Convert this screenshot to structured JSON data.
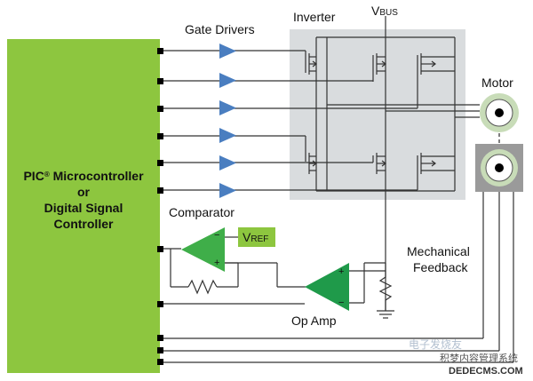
{
  "labels": {
    "controller_line1": "PIC",
    "controller_reg": "®",
    "controller_line1b": " Microcontroller",
    "controller_line2": "or",
    "controller_line3": "Digital Signal",
    "controller_line4": "Controller",
    "gate_drivers": "Gate Drivers",
    "inverter": "Inverter",
    "vbus_v": "V",
    "vbus_sub": "BUS",
    "motor": "Motor",
    "comparator": "Comparator",
    "vref_v": "V",
    "vref_sub": "REF",
    "op_amp": "Op Amp",
    "mech_line1": "Mechanical",
    "mech_line2": "Feedback",
    "plus": "+",
    "minus": "−",
    "watermark": "电子发烧友",
    "watermark_url": "积梦内容管理系统",
    "watermark_domain": "DEDECMS.COM"
  },
  "colors": {
    "controller": "#8dc63f",
    "gate_driver": "#4a7ec0",
    "inverter_bg": "#d9dcde",
    "comparator": "#3fae49",
    "vref_box": "#8dc63f",
    "op_amp": "#1f9a4a",
    "wire": "#333333",
    "motor_ring": "#c8dcb8",
    "encoder_box": "#9a9a9a"
  }
}
